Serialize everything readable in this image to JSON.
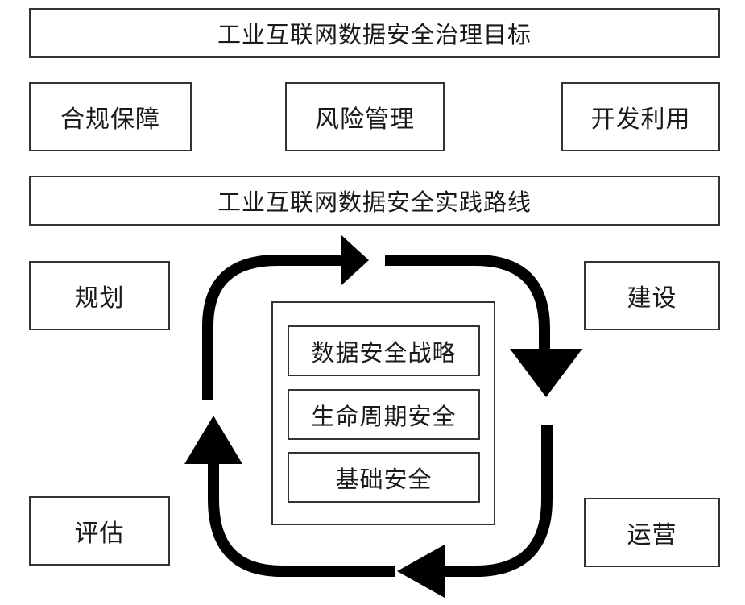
{
  "goal": {
    "title": "工业互联网数据安全治理目标"
  },
  "pillars": [
    "合规保障",
    "风险管理",
    "开发利用"
  ],
  "path": {
    "title": "工业互联网数据安全实践路线"
  },
  "stages": {
    "plan": "规划",
    "build": "建设",
    "evaluate": "评估",
    "operate": "运营"
  },
  "core": [
    "数据安全战略",
    "生命周期安全",
    "基础安全"
  ],
  "colors": {
    "line": "#333333",
    "arrow": "#000000",
    "background": "#ffffff"
  }
}
